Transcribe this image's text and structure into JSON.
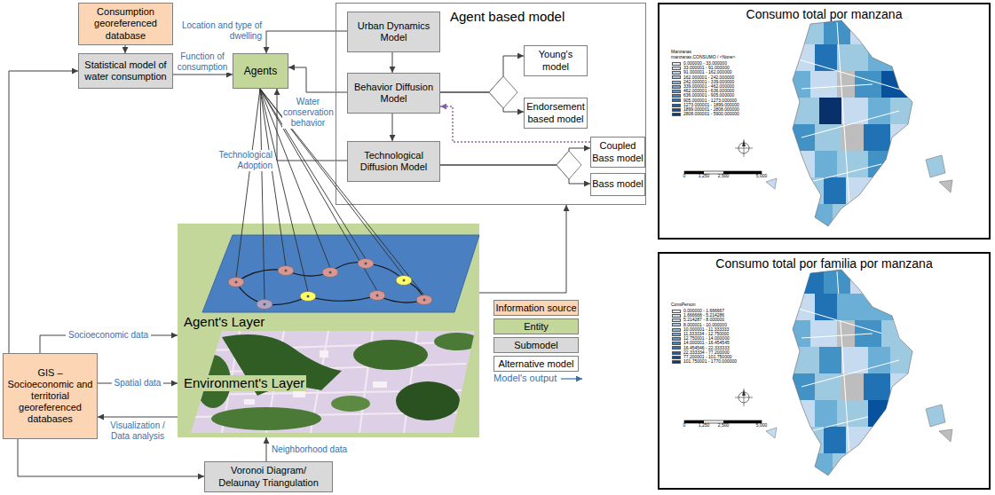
{
  "diagram": {
    "nodes": [
      {
        "text": [
          "Consumption georeferenced database"
        ]
      },
      {
        "text": [
          "Statistical model of water consumption"
        ]
      },
      {
        "text": [
          "Agents"
        ]
      },
      {
        "text": [
          "Agent based model"
        ]
      },
      {
        "text": [
          "Urban Dynamics Model"
        ],
        "in": 3
      },
      {
        "text": [
          "Behavior Diffusion Model"
        ],
        "in": 3
      },
      {
        "text": [
          "Technological Diffusion Model"
        ],
        "in": 3
      },
      {
        "text": [
          "Young's model"
        ],
        "in": 3
      },
      {
        "text": [
          "Endorsement based model"
        ],
        "in": 3
      },
      {
        "text": [
          "Coupled Bass model"
        ],
        "in": 3
      },
      {
        "text": [
          "Bass model"
        ],
        "in": 3
      },
      {
        "text": [
          "Agent's Layer",
          "Environment's Layer"
        ]
      },
      {
        "text": [
          "GIS – Socioeconomic and territorial georeferenced databases"
        ]
      },
      {
        "text": [
          "Voronoi Diagram/ Delaunay Triangulation"
        ]
      },
      {
        "text": [
          "Consumo total por manzana"
        ]
      },
      {
        "text": [
          "Consumo total por familia por manzana"
        ]
      }
    ],
    "edges": [
      {
        "from": 0,
        "to": 1,
        "arrow": "to"
      },
      {
        "from": 1,
        "to": 2,
        "label": "Function of consumption",
        "arrow": "to"
      },
      {
        "from": 4,
        "to": 2,
        "label": "Location and type of dwelling",
        "arrow": "to"
      },
      {
        "from": 5,
        "to": 2,
        "label": "Water conservation behavior",
        "arrow": "to"
      },
      {
        "from": 6,
        "to": 2,
        "label": "Technological Adoption",
        "arrow": "to"
      },
      {
        "from": 4,
        "to": 5,
        "arrow": "to"
      },
      {
        "from": 5,
        "to": 6,
        "arrow": "to"
      },
      {
        "from": 5,
        "to": 7,
        "arrow": "to"
      },
      {
        "from": 5,
        "to": 8,
        "arrow": "to"
      },
      {
        "from": 6,
        "to": 9,
        "arrow": "to"
      },
      {
        "from": 6,
        "to": 10,
        "arrow": "to"
      },
      {
        "from": 9,
        "to": 5,
        "arrow": "to"
      },
      {
        "from": 11,
        "to": 3,
        "arrow": "to"
      },
      {
        "from": 12,
        "to": 11,
        "label": "Socioeconomic data",
        "arrow": "to"
      },
      {
        "from": 12,
        "to": 11,
        "label": "Spatial data",
        "arrow": "to"
      },
      {
        "from": 11,
        "to": 12,
        "label": "Visualization / Data analysis",
        "arrow": "to"
      },
      {
        "from": 12,
        "to": 1,
        "arrow": "to"
      },
      {
        "from": 12,
        "to": 13,
        "arrow": "to"
      },
      {
        "from": 13,
        "to": 11,
        "label": "Neighborhood data",
        "arrow": "to"
      }
    ],
    "labels": [
      "Manzanas",
      "manzanas.CONSUMO / <None>",
      "0",
      "1,250",
      "2,500",
      "5,000",
      "ConsPerson",
      "0",
      "1,250",
      "2,500",
      "5,000"
    ],
    "legend": [
      {
        "text": "Information source",
        "color": "#fcd5b4"
      },
      {
        "text": "Entity",
        "color": "#c4d79b"
      },
      {
        "text": "Submodel",
        "color": "#d9d9d9"
      },
      {
        "text": "Alternative model",
        "color": "#ffffff"
      },
      {
        "text": "Model's output"
      },
      {
        "text": "0.000000 - 33.000000",
        "color": "#e4eef8"
      },
      {
        "text": "33.000001 - 91.000000",
        "color": "#d0e2f2"
      },
      {
        "text": "91.000001 - 162.000000",
        "color": "#bcd5ec"
      },
      {
        "text": "162.000001 - 242.000000",
        "color": "#a3c6e4"
      },
      {
        "text": "242.000001 - 339.000000",
        "color": "#8ab5dc"
      },
      {
        "text": "339.000001 - 462.000000",
        "color": "#72a4d3"
      },
      {
        "text": "462.000001 - 636.000000",
        "color": "#5993c9"
      },
      {
        "text": "636.000001 - 905.000000",
        "color": "#4281bf"
      },
      {
        "text": "905.000001 - 1273.000000",
        "color": "#2f6fb2"
      },
      {
        "text": "1273.000001 - 1899.000000",
        "color": "#1f5ca1"
      },
      {
        "text": "1899.000001 - 2808.000000",
        "color": "#144a8d"
      },
      {
        "text": "2808.000001 - 5900.000000",
        "color": "#0b3878"
      },
      {
        "text": "0.000000 - 1.666667",
        "color": "#e4eef8"
      },
      {
        "text": "1.666668 - 5.214286",
        "color": "#d0e2f2"
      },
      {
        "text": "5.214287 - 8.000000",
        "color": "#bcd5ec"
      },
      {
        "text": "8.000001 - 10.000000",
        "color": "#a3c6e4"
      },
      {
        "text": "10.000001 - 11.333333",
        "color": "#8ab5dc"
      },
      {
        "text": "11.333334 - 12.750000",
        "color": "#72a4d3"
      },
      {
        "text": "12.750001 - 14.000000",
        "color": "#5993c9"
      },
      {
        "text": "14.000001 - 16.454545",
        "color": "#4281bf"
      },
      {
        "text": "16.454546 - 22.333333",
        "color": "#2f6fb2"
      },
      {
        "text": "22.333334 - 77.200000",
        "color": "#1f5ca1"
      },
      {
        "text": "77.200001 - 101.750000",
        "color": "#144a8d"
      },
      {
        "text": "101.750001 - 1770.000000",
        "color": "#0b3878"
      }
    ]
  }
}
